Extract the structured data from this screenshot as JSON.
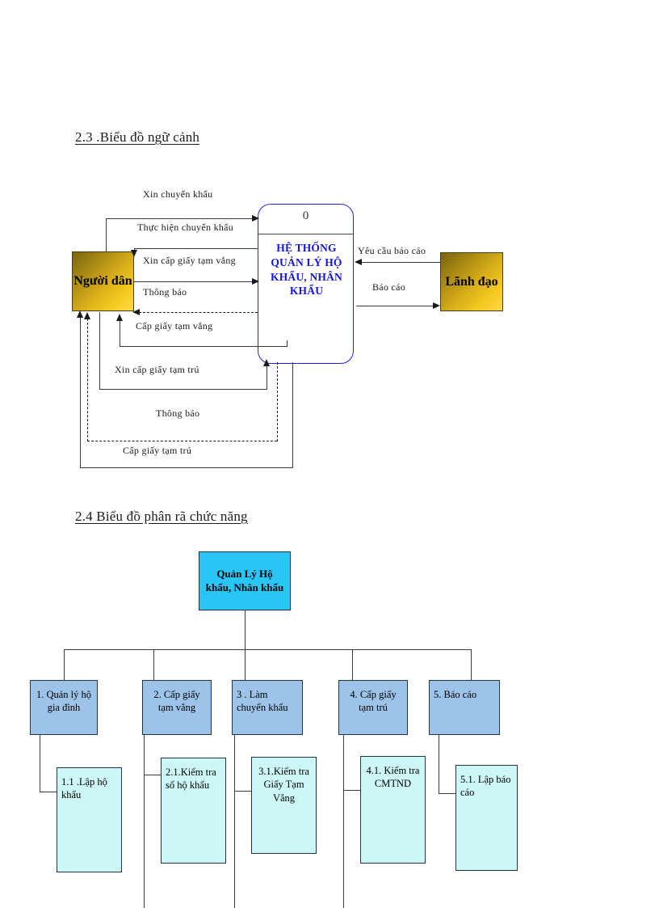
{
  "document": {
    "sections": [
      {
        "id": "ctx",
        "heading": "2.3 .Biểu đồ ngữ cảnh"
      },
      {
        "id": "fd",
        "heading": "2.4 Biểu đồ phân rã chức năng"
      }
    ]
  },
  "context_diagram": {
    "system": {
      "id_label": "0",
      "title": "HỆ THỐNG QUẢN LÝ HỘ KHẨU, NHÂN KHẨU",
      "border_color": "#2222dd",
      "text_color": "#1414e6"
    },
    "entities": [
      {
        "name": "nguoi-dan",
        "label": "Người dân",
        "fill": "#d8ae1a"
      },
      {
        "name": "lanh-dao",
        "label": "Lãnh đạo",
        "fill": "#d8ae1a"
      }
    ],
    "flows": [
      {
        "id": "f1",
        "label": "Xin chuyển khẩu",
        "from": "Người dân",
        "to": "Hệ thống",
        "style": "solid"
      },
      {
        "id": "f2",
        "label": "Thực hiện chuyển khẩu",
        "from": "Hệ thống",
        "to": "Người dân",
        "style": "solid"
      },
      {
        "id": "f3",
        "label": "Xin cấp giấy tạm vắng",
        "from": "Người dân",
        "to": "Hệ thống",
        "style": "solid"
      },
      {
        "id": "f4",
        "label": "Thông báo",
        "from": "Hệ thống",
        "to": "Người dân",
        "style": "dashed"
      },
      {
        "id": "f5",
        "label": "Cấp giấy tạm vắng",
        "from": "Hệ thống",
        "to": "Người dân",
        "style": "solid"
      },
      {
        "id": "f6",
        "label": "Xin cấp giấy tạm trú",
        "from": "Người dân",
        "to": "Hệ thống",
        "style": "solid"
      },
      {
        "id": "f7",
        "label": "Thông báo",
        "from": "Hệ thống",
        "to": "Người dân",
        "style": "dashed"
      },
      {
        "id": "f8",
        "label": "Cấp giấy tạm trú",
        "from": "Hệ thống",
        "to": "Người dân",
        "style": "solid"
      },
      {
        "id": "f9",
        "label": "Yêu cầu báo cáo",
        "from": "Lãnh đạo",
        "to": "Hệ thống",
        "style": "solid"
      },
      {
        "id": "f10",
        "label": "Báo cáo",
        "from": "Hệ thống",
        "to": "Lãnh đạo",
        "style": "solid"
      }
    ]
  },
  "function_decomposition": {
    "root": {
      "label": "Quản Lý Hộ khẩu, Nhân khẩu",
      "fill": "#29c5f6"
    },
    "level1": [
      {
        "label": "1. Quản lý hộ gia đình",
        "fill": "#9dc3e8"
      },
      {
        "label": "2. Cấp giấy tạm  vắng",
        "fill": "#9dc3e8"
      },
      {
        "label": "3 . Làm chuyển khẩu",
        "fill": "#9dc3e8"
      },
      {
        "label": "4. Cấp giấy tạm trú",
        "fill": "#9dc3e8"
      },
      {
        "label": "5. Báo cáo",
        "fill": "#9dc3e8"
      }
    ],
    "level2": [
      {
        "label": "1.1 .Lập hộ khẩu",
        "fill": "#cdf7f7"
      },
      {
        "label": "2.1.Kiểm tra sổ  hộ khẩu",
        "fill": "#cdf7f7"
      },
      {
        "label": "3.1.Kiểm tra Giấy Tạm Vắng",
        "fill": "#cdf7f7"
      },
      {
        "label": "4.1. Kiểm tra CMTND",
        "fill": "#cdf7f7"
      },
      {
        "label": "5.1. Lập báo cáo",
        "fill": "#cdf7f7"
      }
    ]
  }
}
